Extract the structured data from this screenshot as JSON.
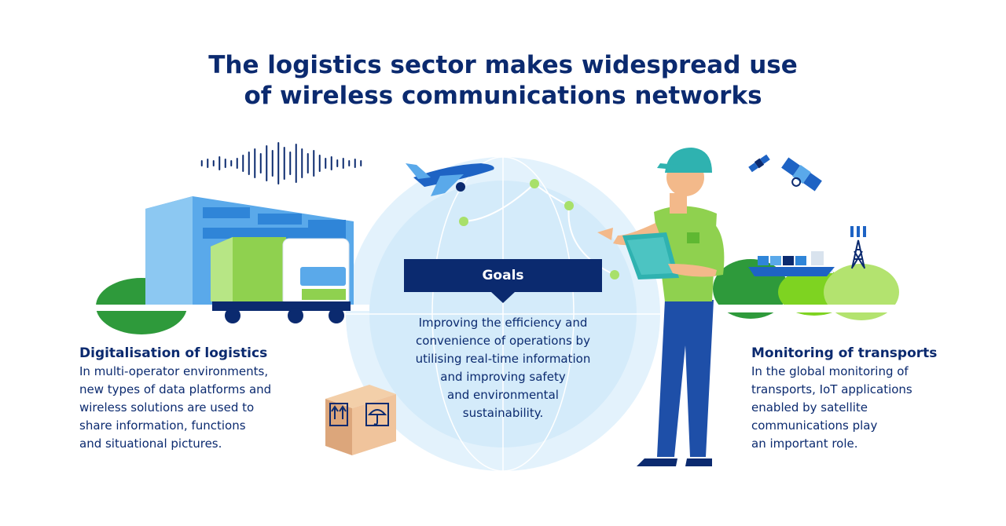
{
  "title": {
    "line1": "The logistics sector makes widespread use",
    "line2": "of wireless communications networks"
  },
  "goals": {
    "heading": "Goals",
    "text_lines": [
      "Improving the efficiency and",
      "convenience of operations by",
      "utilising real-time information",
      "and improving safety",
      "and environmental",
      "sustainability."
    ]
  },
  "left": {
    "heading": "Digitalisation of logistics",
    "lines": [
      "In multi-operator environments,",
      "new types of data platforms and",
      "wireless solutions are used to",
      "share information, functions",
      "and situational pictures."
    ]
  },
  "right": {
    "heading": "Monitoring of transports",
    "lines": [
      "In the global monitoring of",
      "transports, IoT applications",
      "enabled by satellite",
      "communications play",
      "an important role."
    ]
  },
  "colors": {
    "navy": "#0b2a6f",
    "blue": "#1e63c4",
    "lightblue": "#5aa9ea",
    "green": "#8fd14f",
    "darkgreen": "#2e9a3b",
    "globe": "#dff0fb"
  },
  "icons": [
    "sound-wave-icon",
    "airplane-icon",
    "satellite-icon",
    "cargo-box-icon"
  ]
}
